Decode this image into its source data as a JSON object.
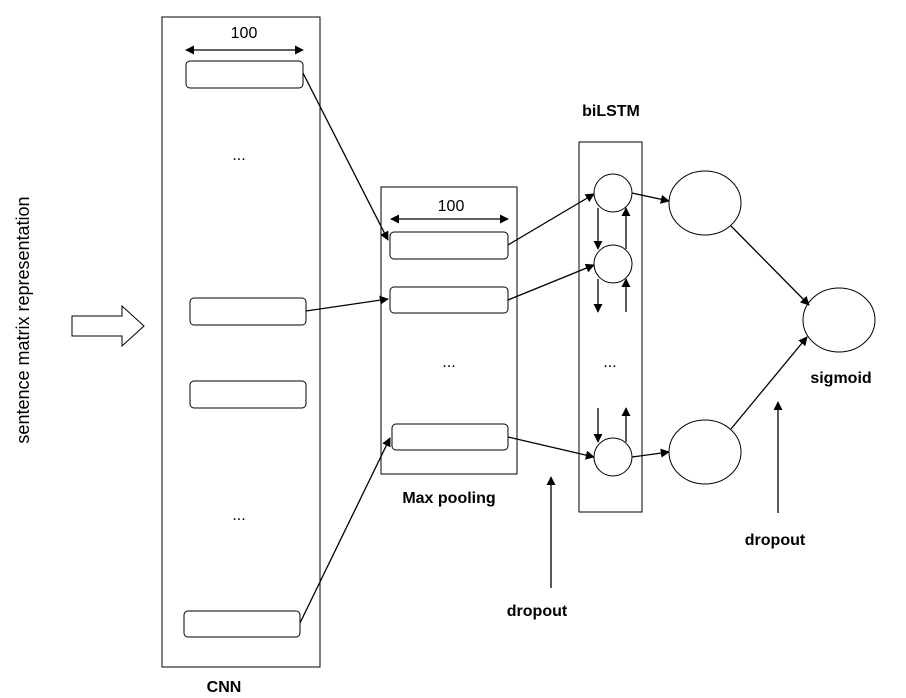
{
  "input_label": "sentence matrix representation",
  "cnn": {
    "label": "CNN",
    "width_label": "100",
    "ellipsis_top": "...",
    "ellipsis_bottom": "..."
  },
  "maxpool": {
    "label": "Max pooling",
    "width_label": "100",
    "ellipsis": "..."
  },
  "bilstm": {
    "label": "biLSTM",
    "ellipsis": "..."
  },
  "output": {
    "label": "sigmoid"
  },
  "dropout1": {
    "label": "dropout"
  },
  "dropout2": {
    "label": "dropout"
  }
}
